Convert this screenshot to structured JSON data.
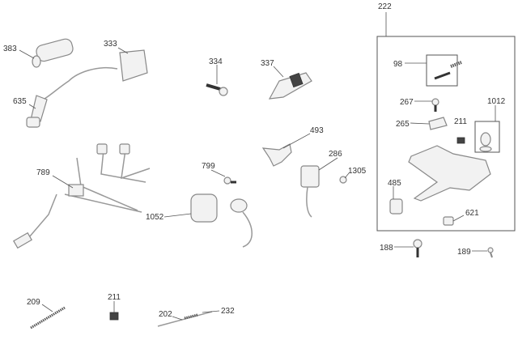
{
  "diagram": {
    "callouts": {
      "c222": "222",
      "c383": "383",
      "c333": "333",
      "c334": "334",
      "c337": "337",
      "c98": "98",
      "c635": "635",
      "c267": "267",
      "c1012": "1012",
      "c265": "265",
      "c211a": "211",
      "c493": "493",
      "c286": "286",
      "c789": "789",
      "c799": "799",
      "c1305": "1305",
      "c1052": "1052",
      "c485": "485",
      "c621": "621",
      "c188": "188",
      "c189": "189",
      "c209": "209",
      "c211b": "211",
      "c202": "202",
      "c232": "232"
    }
  }
}
